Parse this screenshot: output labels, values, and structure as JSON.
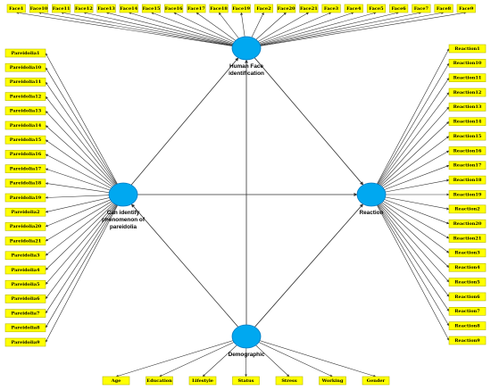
{
  "nodes": {
    "face": {
      "label_lines": [
        "Human Face",
        "identification"
      ]
    },
    "pareidolia": {
      "label_lines": [
        "Can identify",
        "phenomenon of",
        "pareidolia"
      ]
    },
    "reaction": {
      "label_lines": [
        "Reaction"
      ]
    },
    "demographic": {
      "label_lines": [
        "Demographic"
      ]
    }
  },
  "indicators": {
    "face": [
      "Face1",
      "Face10",
      "Face11",
      "Face12",
      "Face13",
      "Face14",
      "Face15",
      "Face16",
      "Face17",
      "Face18",
      "Face19",
      "Face2",
      "Face20",
      "Face21",
      "Face3",
      "Face4",
      "Face5",
      "Face6",
      "Face7",
      "Face8",
      "Face9"
    ],
    "pareidolia": [
      "Pareidolia1",
      "Pareidolia10",
      "Pareidolia11",
      "Pareidolia12",
      "Pareidolia13",
      "Pareidolia14",
      "Pareidolia15",
      "Pareidolia16",
      "Pareidolia17",
      "Pareidolia18",
      "Pareidolia19",
      "Pareidolia2",
      "Pareidolia20",
      "Pareidolia21",
      "Pareidolia3",
      "Pareidolia4",
      "Pareidolia5",
      "Pareidolia6",
      "Pareidolia7",
      "Pareidolia8",
      "Pareidolia9"
    ],
    "reaction": [
      "Reaction1",
      "Reaction10",
      "Reaction11",
      "Reaction12",
      "Reaction13",
      "Reaction14",
      "Reaction15",
      "Reaction16",
      "Reaction17",
      "Reaction18",
      "Reaction19",
      "Reaction2",
      "Reaction20",
      "Reaction21",
      "Reaction3",
      "Reaction4",
      "Reaction5",
      "Reaction6",
      "Reaction7",
      "Reaction8",
      "Reaction9"
    ],
    "demographic": [
      "Age",
      "Education",
      "Lifestyle",
      "Status",
      "Stress",
      "Working",
      "Gender"
    ]
  },
  "colors": {
    "node": "#00a8f0",
    "box": "#ffff00"
  }
}
